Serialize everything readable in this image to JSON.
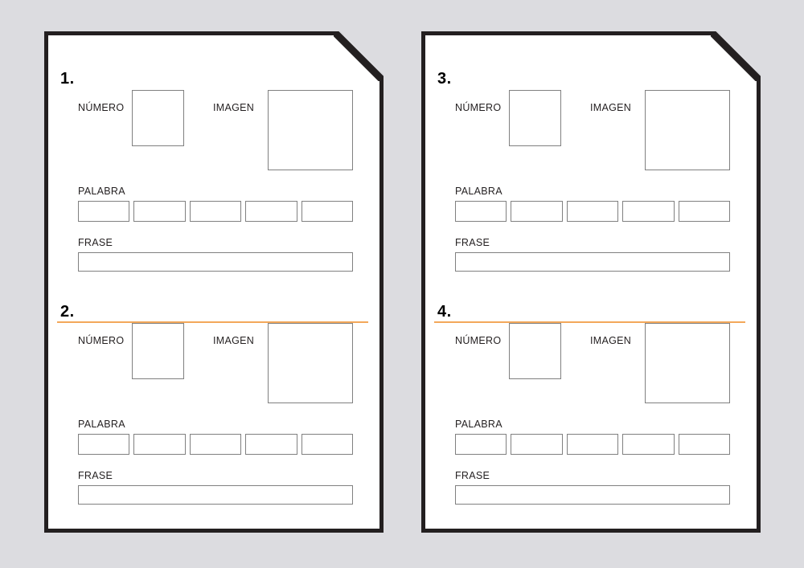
{
  "theme": {
    "page_background": "#dcdce0",
    "paper_background": "#ffffff",
    "paper_outline": "#231f20",
    "field_border": "#808080",
    "divider_color": "#f3a85a",
    "text_color": "#231f20"
  },
  "labels": {
    "numero": "NÚMERO",
    "imagen": "IMAGEN",
    "palabra": "PALABRA",
    "frase": "FRASE"
  },
  "word_boxes_per_row": 5,
  "cards": [
    {
      "id": "card-left",
      "exercises": [
        {
          "number": "1.",
          "numero": {
            "label": "NÚMERO",
            "value": ""
          },
          "imagen": {
            "label": "IMAGEN",
            "value": ""
          },
          "palabra": {
            "label": "PALABRA",
            "boxes": [
              "",
              "",
              "",
              "",
              ""
            ]
          },
          "frase": {
            "label": "FRASE",
            "value": ""
          }
        },
        {
          "number": "2.",
          "numero": {
            "label": "NÚMERO",
            "value": ""
          },
          "imagen": {
            "label": "IMAGEN",
            "value": ""
          },
          "palabra": {
            "label": "PALABRA",
            "boxes": [
              "",
              "",
              "",
              "",
              ""
            ]
          },
          "frase": {
            "label": "FRASE",
            "value": ""
          }
        }
      ]
    },
    {
      "id": "card-right",
      "exercises": [
        {
          "number": "3.",
          "numero": {
            "label": "NÚMERO",
            "value": ""
          },
          "imagen": {
            "label": "IMAGEN",
            "value": ""
          },
          "palabra": {
            "label": "PALABRA",
            "boxes": [
              "",
              "",
              "",
              "",
              ""
            ]
          },
          "frase": {
            "label": "FRASE",
            "value": ""
          }
        },
        {
          "number": "4.",
          "numero": {
            "label": "NÚMERO",
            "value": ""
          },
          "imagen": {
            "label": "IMAGEN",
            "value": ""
          },
          "palabra": {
            "label": "PALABRA",
            "boxes": [
              "",
              "",
              "",
              "",
              ""
            ]
          },
          "frase": {
            "label": "FRASE",
            "value": ""
          }
        }
      ]
    }
  ]
}
